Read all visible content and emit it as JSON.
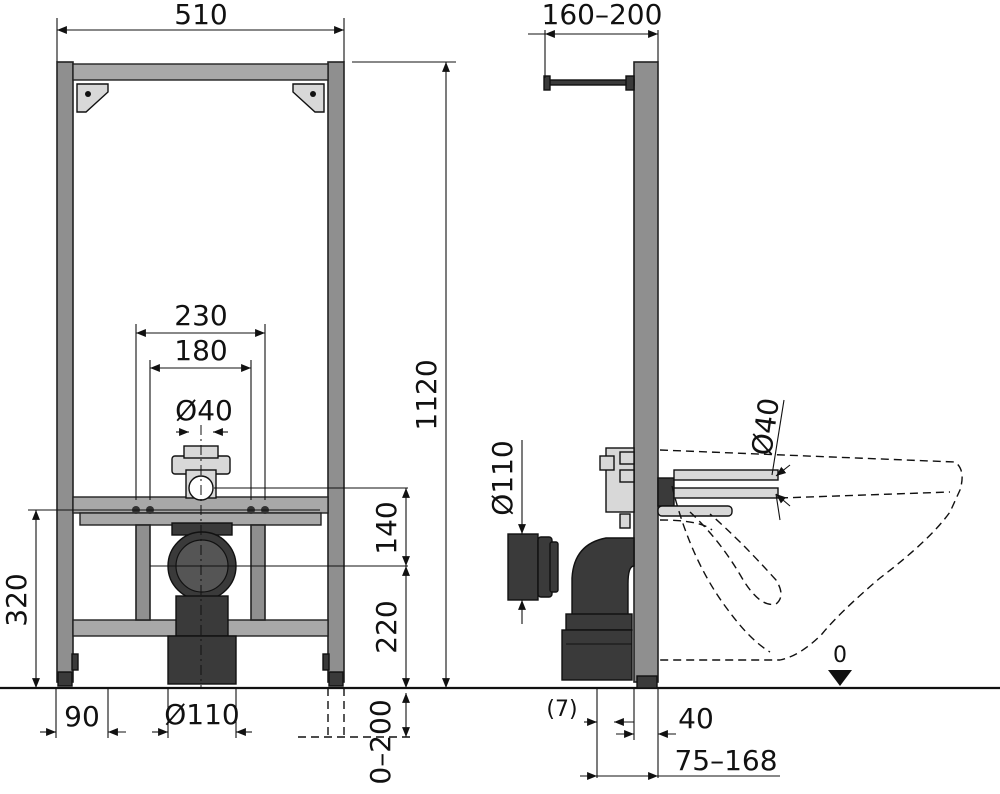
{
  "dimensions": {
    "frame_width": "510",
    "frame_height": "1120",
    "bracket_offset": "160–200",
    "spacing_outer": "230",
    "spacing_inner": "180",
    "inlet_diameter": "Ø40",
    "outlet_diameter_left": "Ø110",
    "outlet_diameter_right": "Ø110",
    "side_inlet_diameter": "Ø40",
    "height_140": "140",
    "height_220": "220",
    "height_320": "320",
    "foot_width": "90",
    "foot_adjust": "0–200",
    "gap": "(7)",
    "depth_40": "40",
    "depth_range": "75–168",
    "floor_level": "0"
  }
}
